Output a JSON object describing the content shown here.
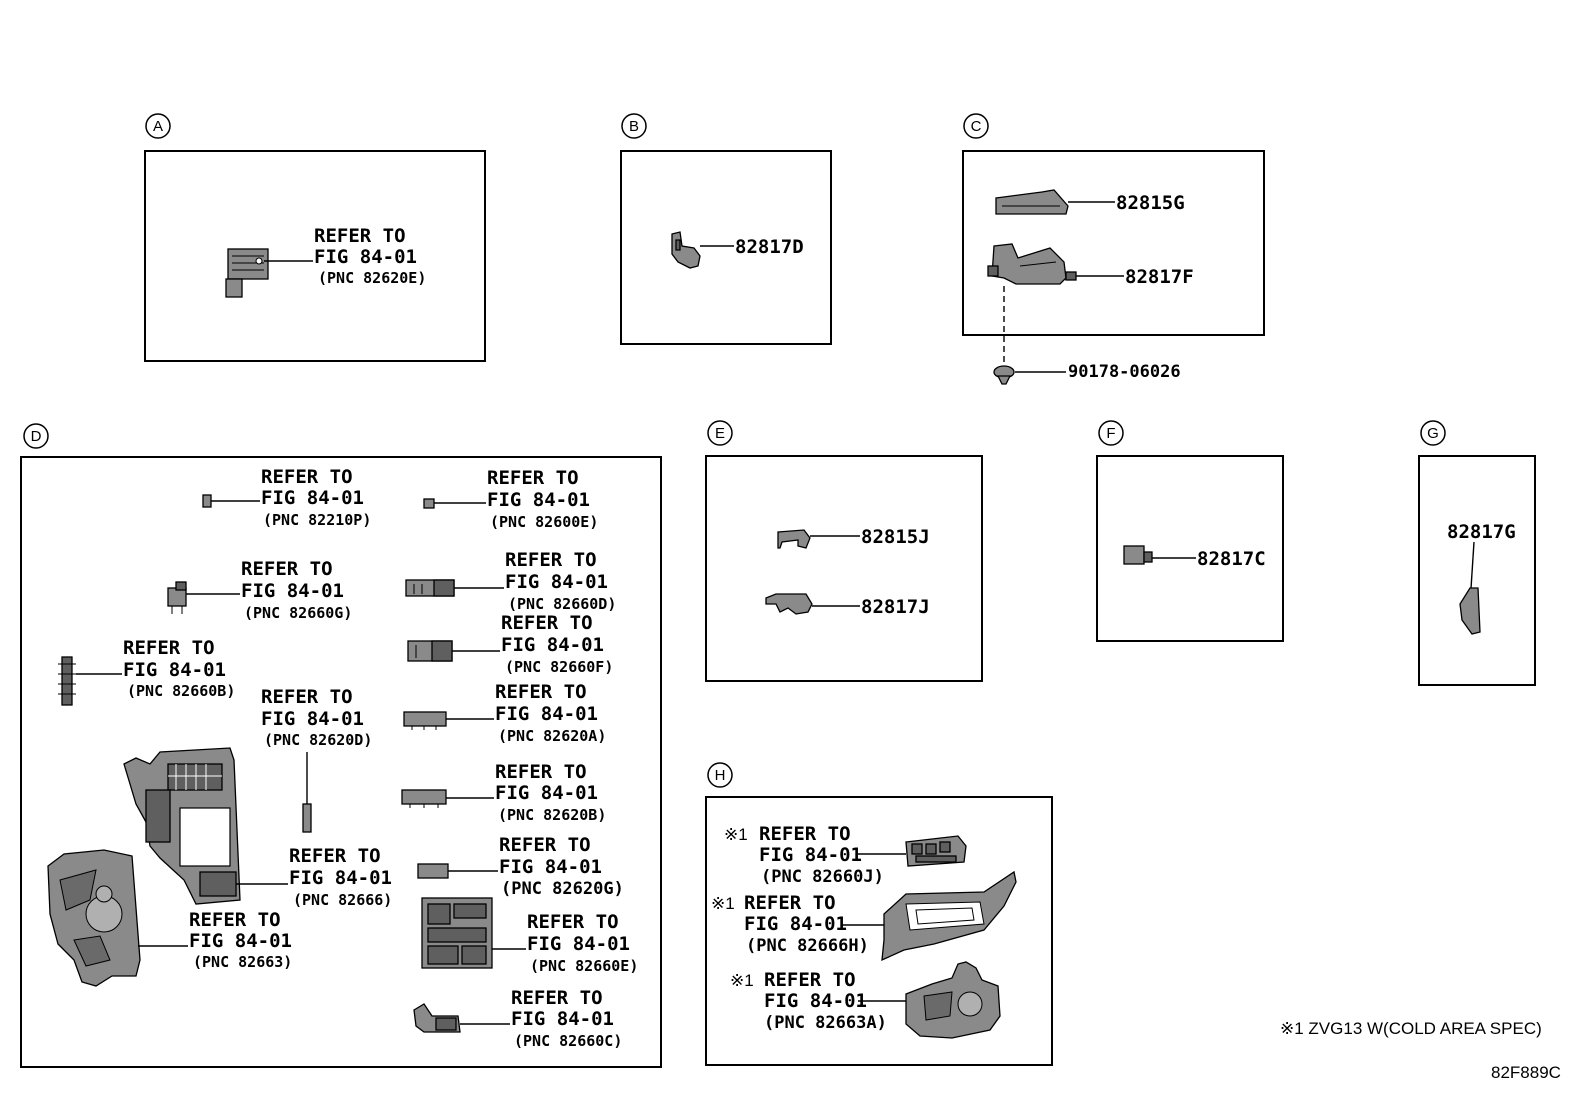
{
  "sections": {
    "a": {
      "letter": "A"
    },
    "b": {
      "letter": "B"
    },
    "c": {
      "letter": "C"
    },
    "d": {
      "letter": "D"
    },
    "e": {
      "letter": "E"
    },
    "f": {
      "letter": "F"
    },
    "g": {
      "letter": "G"
    },
    "h": {
      "letter": "H"
    }
  },
  "common": {
    "refer_to": "REFER TO",
    "fig": "FIG 84-01"
  },
  "parts": {
    "a_pnc": "(PNC 82620E)",
    "b_part": "82817D",
    "c_part1": "82815G",
    "c_part2": "82817F",
    "c_bolt": "90178-06026",
    "d_pnc_82210p": "(PNC 82210P)",
    "d_pnc_82600e": "(PNC 82600E)",
    "d_pnc_82660g": "(PNC 82660G)",
    "d_pnc_82660d": "(PNC 82660D)",
    "d_pnc_82660f": "(PNC 82660F)",
    "d_pnc_82660b": "(PNC 82660B)",
    "d_pnc_82620d": "(PNC 82620D)",
    "d_pnc_82620a": "(PNC 82620A)",
    "d_pnc_82620b": "(PNC 82620B)",
    "d_pnc_82666": "(PNC 82666)",
    "d_pnc_82620g": "(PNC 82620G)",
    "d_pnc_82663": "(PNC 82663)",
    "d_pnc_82660e": "(PNC 82660E)",
    "d_pnc_82660c": "(PNC 82660C)",
    "e_part1": "82815J",
    "e_part2": "82817J",
    "f_part": "82817C",
    "g_part": "82817G",
    "h_mark": "※1",
    "h_pnc_82660j": "(PNC 82660J)",
    "h_pnc_82666h": "(PNC 82666H)",
    "h_pnc_82663a": "(PNC 82663A)"
  },
  "footnote": "※1 ZVG13 W(COLD AREA SPEC)",
  "figure_code": "82F889C"
}
